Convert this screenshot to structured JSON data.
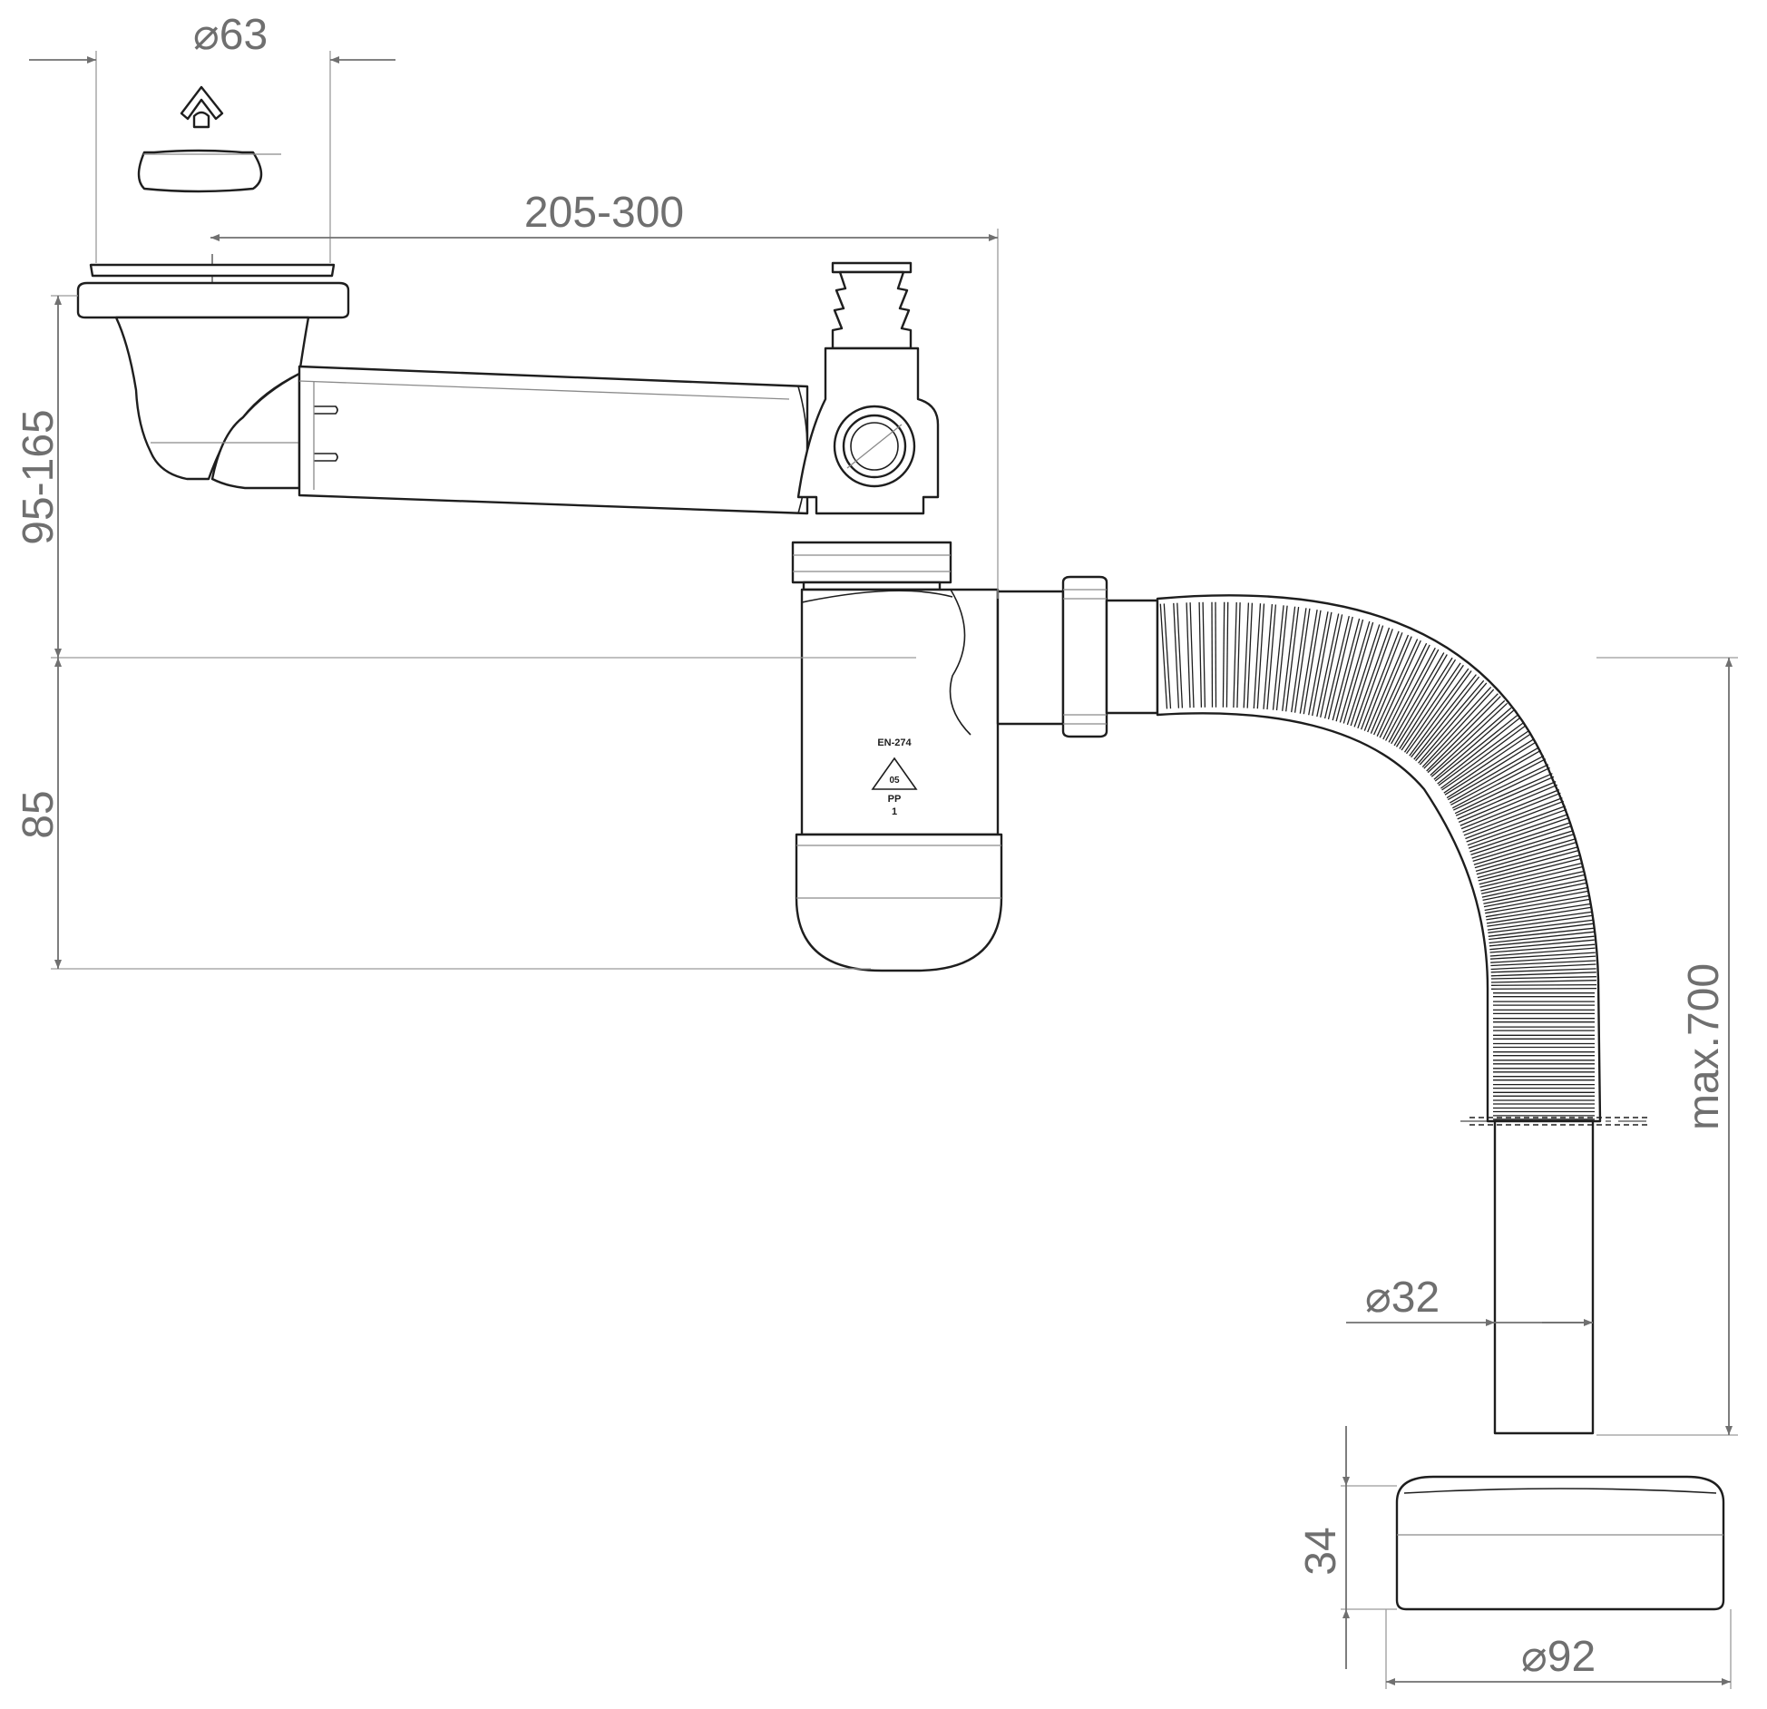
{
  "drawing": {
    "dimensions": {
      "strainer_diameter": "63",
      "overflow_length": "205-300",
      "strainer_height": "95-165",
      "trap_depth": "85",
      "hose_length": "max.700",
      "pipe_diameter": "32",
      "rosette_height": "34",
      "rosette_diameter": "92"
    },
    "diameter_symbol": "⌀",
    "body_marking": {
      "standard": "EN-274",
      "recycling_code": "05",
      "material": "PP",
      "line": "1"
    }
  }
}
